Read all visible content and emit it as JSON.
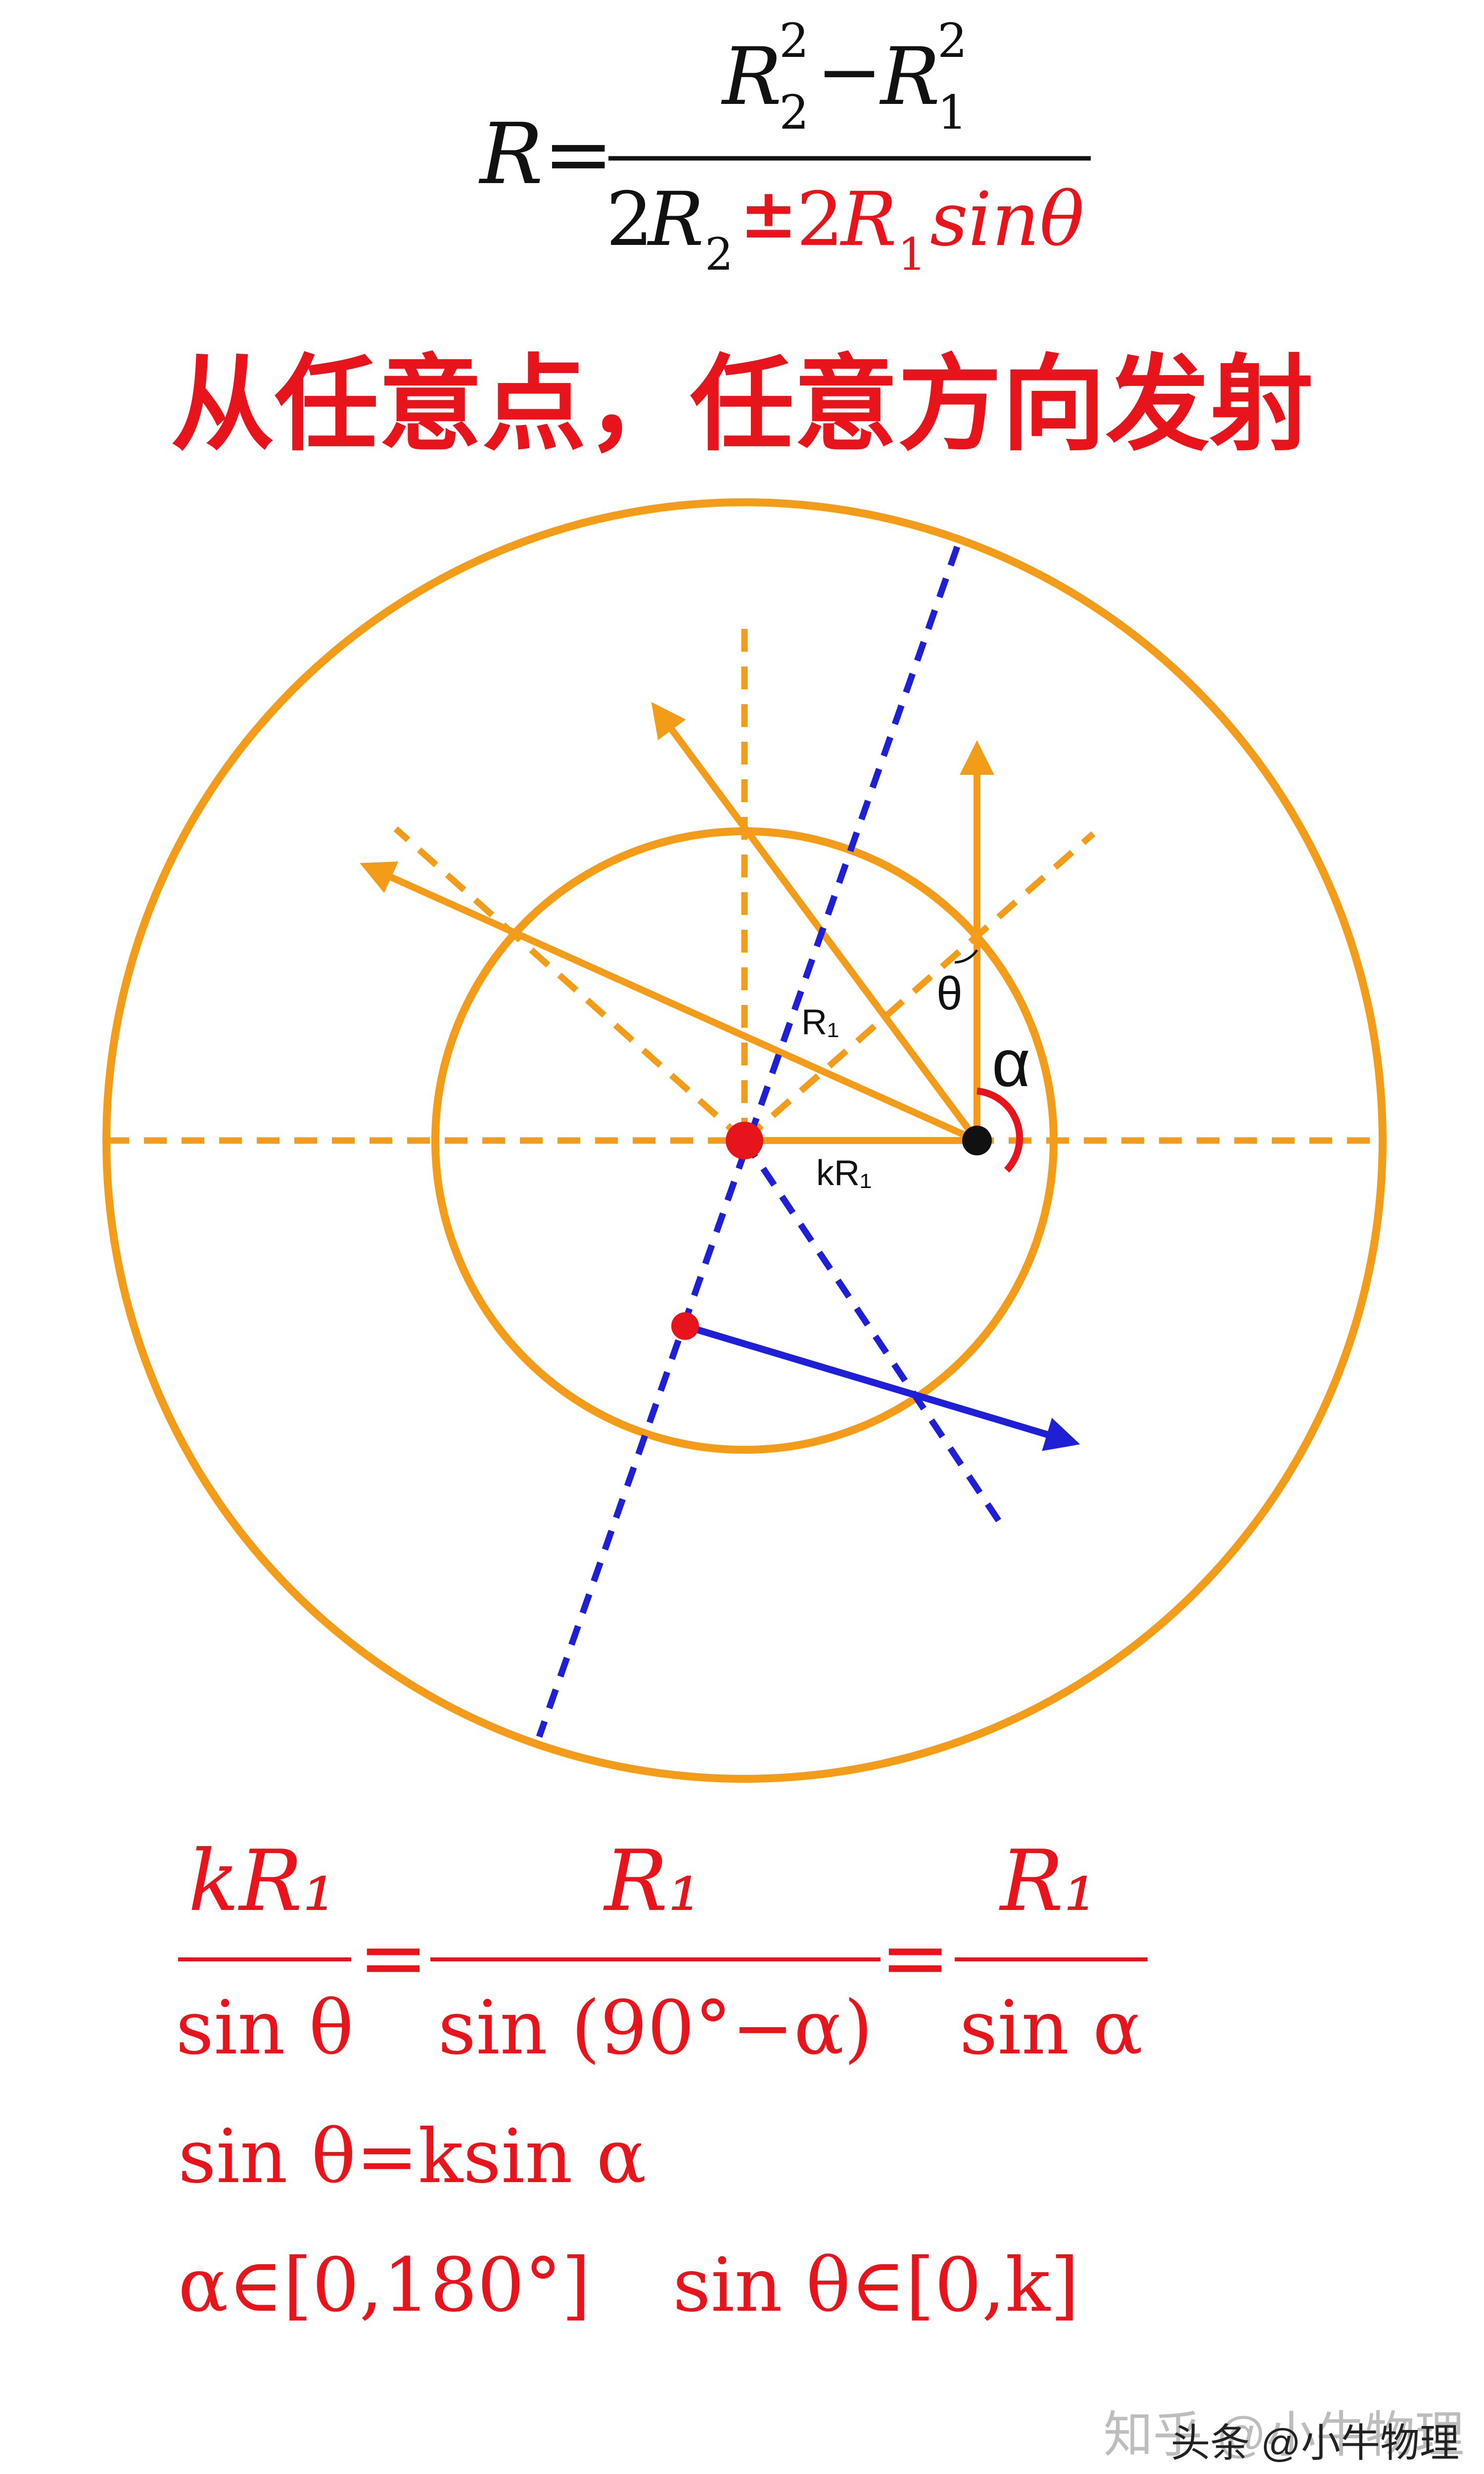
{
  "colors": {
    "orange": "#F39C1A",
    "blue": "#1F1FD6",
    "red": "#E8141C",
    "black": "#111111",
    "watermark": "#444444"
  },
  "top_formula": {
    "lhs": "R=",
    "num_a_base": "R",
    "num_a_sup": "2",
    "num_a_sub": "2",
    "num_minus": "−",
    "num_b_base": "R",
    "num_b_sup": "2",
    "num_b_sub": "1",
    "den_a_coef": "2",
    "den_a_base": "R",
    "den_a_sub": "2",
    "den_pm": "±",
    "den_b_coef": "2",
    "den_b_base": "R",
    "den_b_sub": "1",
    "den_b_tail": "sinθ"
  },
  "headline": "从任意点，任意方向发射",
  "diagram_labels": {
    "r1": "R₁",
    "kr1": "kR₁",
    "theta": "θ",
    "alpha": "α"
  },
  "bottom_formulas": {
    "frac1_num": "kR₁",
    "frac1_den": "sin θ",
    "eq1": "=",
    "frac2_num": "R₁",
    "frac2_den": "sin (90°−α)",
    "eq2": "=",
    "frac3_num": "R₁",
    "frac3_den": "sin α",
    "line2": "sin θ=ksin α",
    "line3_left": "α∈[0,180°]",
    "line3_right": "sin θ∈[0,k]"
  },
  "watermark": "知乎 @小牛物理",
  "watermark_front": "头条 @小牛物理"
}
